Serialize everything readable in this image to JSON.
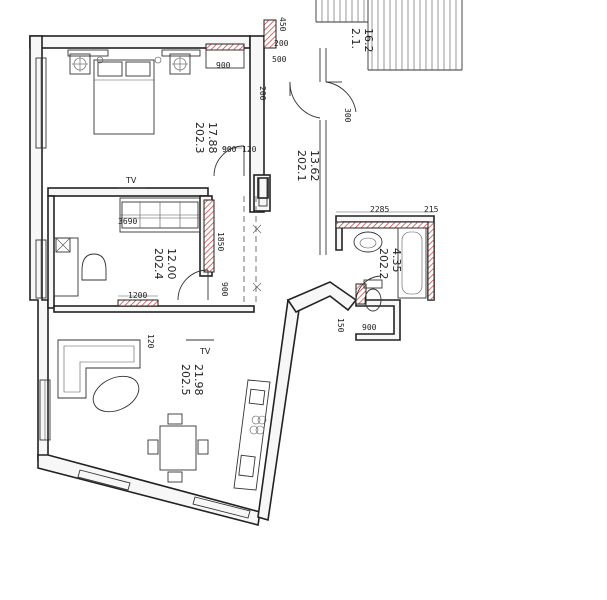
{
  "rooms": [
    {
      "id": "202.3",
      "area": "17.88"
    },
    {
      "id": "202.1",
      "area": "13.62"
    },
    {
      "id": "202.4",
      "area": "12.00"
    },
    {
      "id": "202.2",
      "area": "4.35"
    },
    {
      "id": "202.5",
      "area": "21.98"
    },
    {
      "id": "2.1.",
      "area": "16.2"
    }
  ],
  "dimensions": {
    "d900_top": "900",
    "d450": "450",
    "d200_a": "200",
    "d500": "500",
    "d200_b": "200",
    "d900_mid": "900",
    "d120_a": "120",
    "d300": "300",
    "d3690": "3690",
    "d1850": "1850",
    "d900_v": "900",
    "d1200": "1200",
    "d120_b": "120",
    "d2285": "2285",
    "d215": "215",
    "d150": "150",
    "d900_bath": "900"
  },
  "labels": {
    "tv_a": "TV",
    "tv_b": "TV"
  },
  "colors": {
    "wall": "#222222",
    "hatch": "#cc3333",
    "background": "#ffffff"
  }
}
